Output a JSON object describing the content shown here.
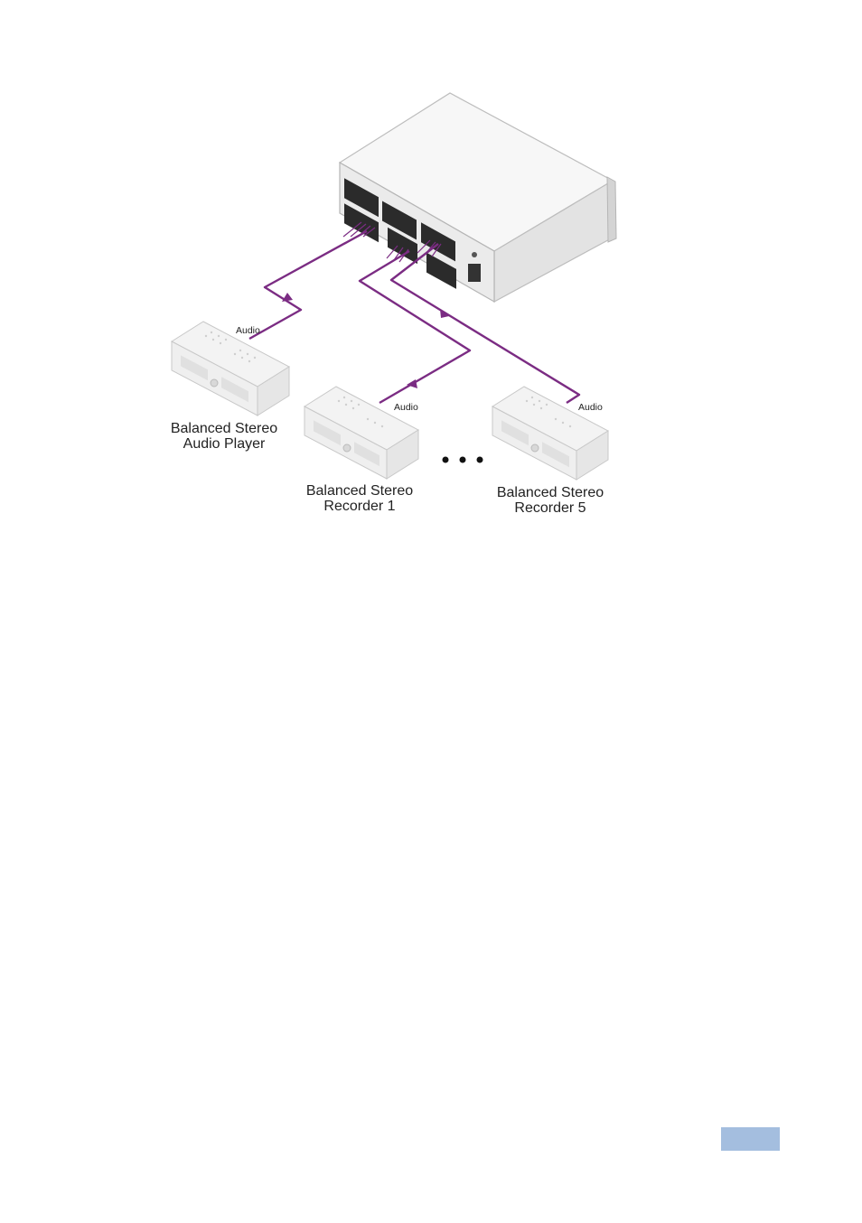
{
  "colors": {
    "cable": "#7b2c83",
    "device_fill": "#f3f3f3",
    "device_edge": "#c8c8c8",
    "page_badge": "#a4bedf"
  },
  "devices": {
    "player": {
      "line1": "Balanced Stereo",
      "line2": "Audio Player",
      "audio_label": "Audio"
    },
    "recorder1": {
      "line1": "Balanced Stereo",
      "line2": "Recorder 1",
      "audio_label": "Audio"
    },
    "recorder5": {
      "line1": "Balanced Stereo",
      "line2": "Recorder 5",
      "audio_label": "Audio"
    }
  },
  "icons": {
    "ellipsis": "ellipsis-icon",
    "main_unit": "distribution-amplifier-icon",
    "recorder": "stereo-recorder-icon"
  }
}
